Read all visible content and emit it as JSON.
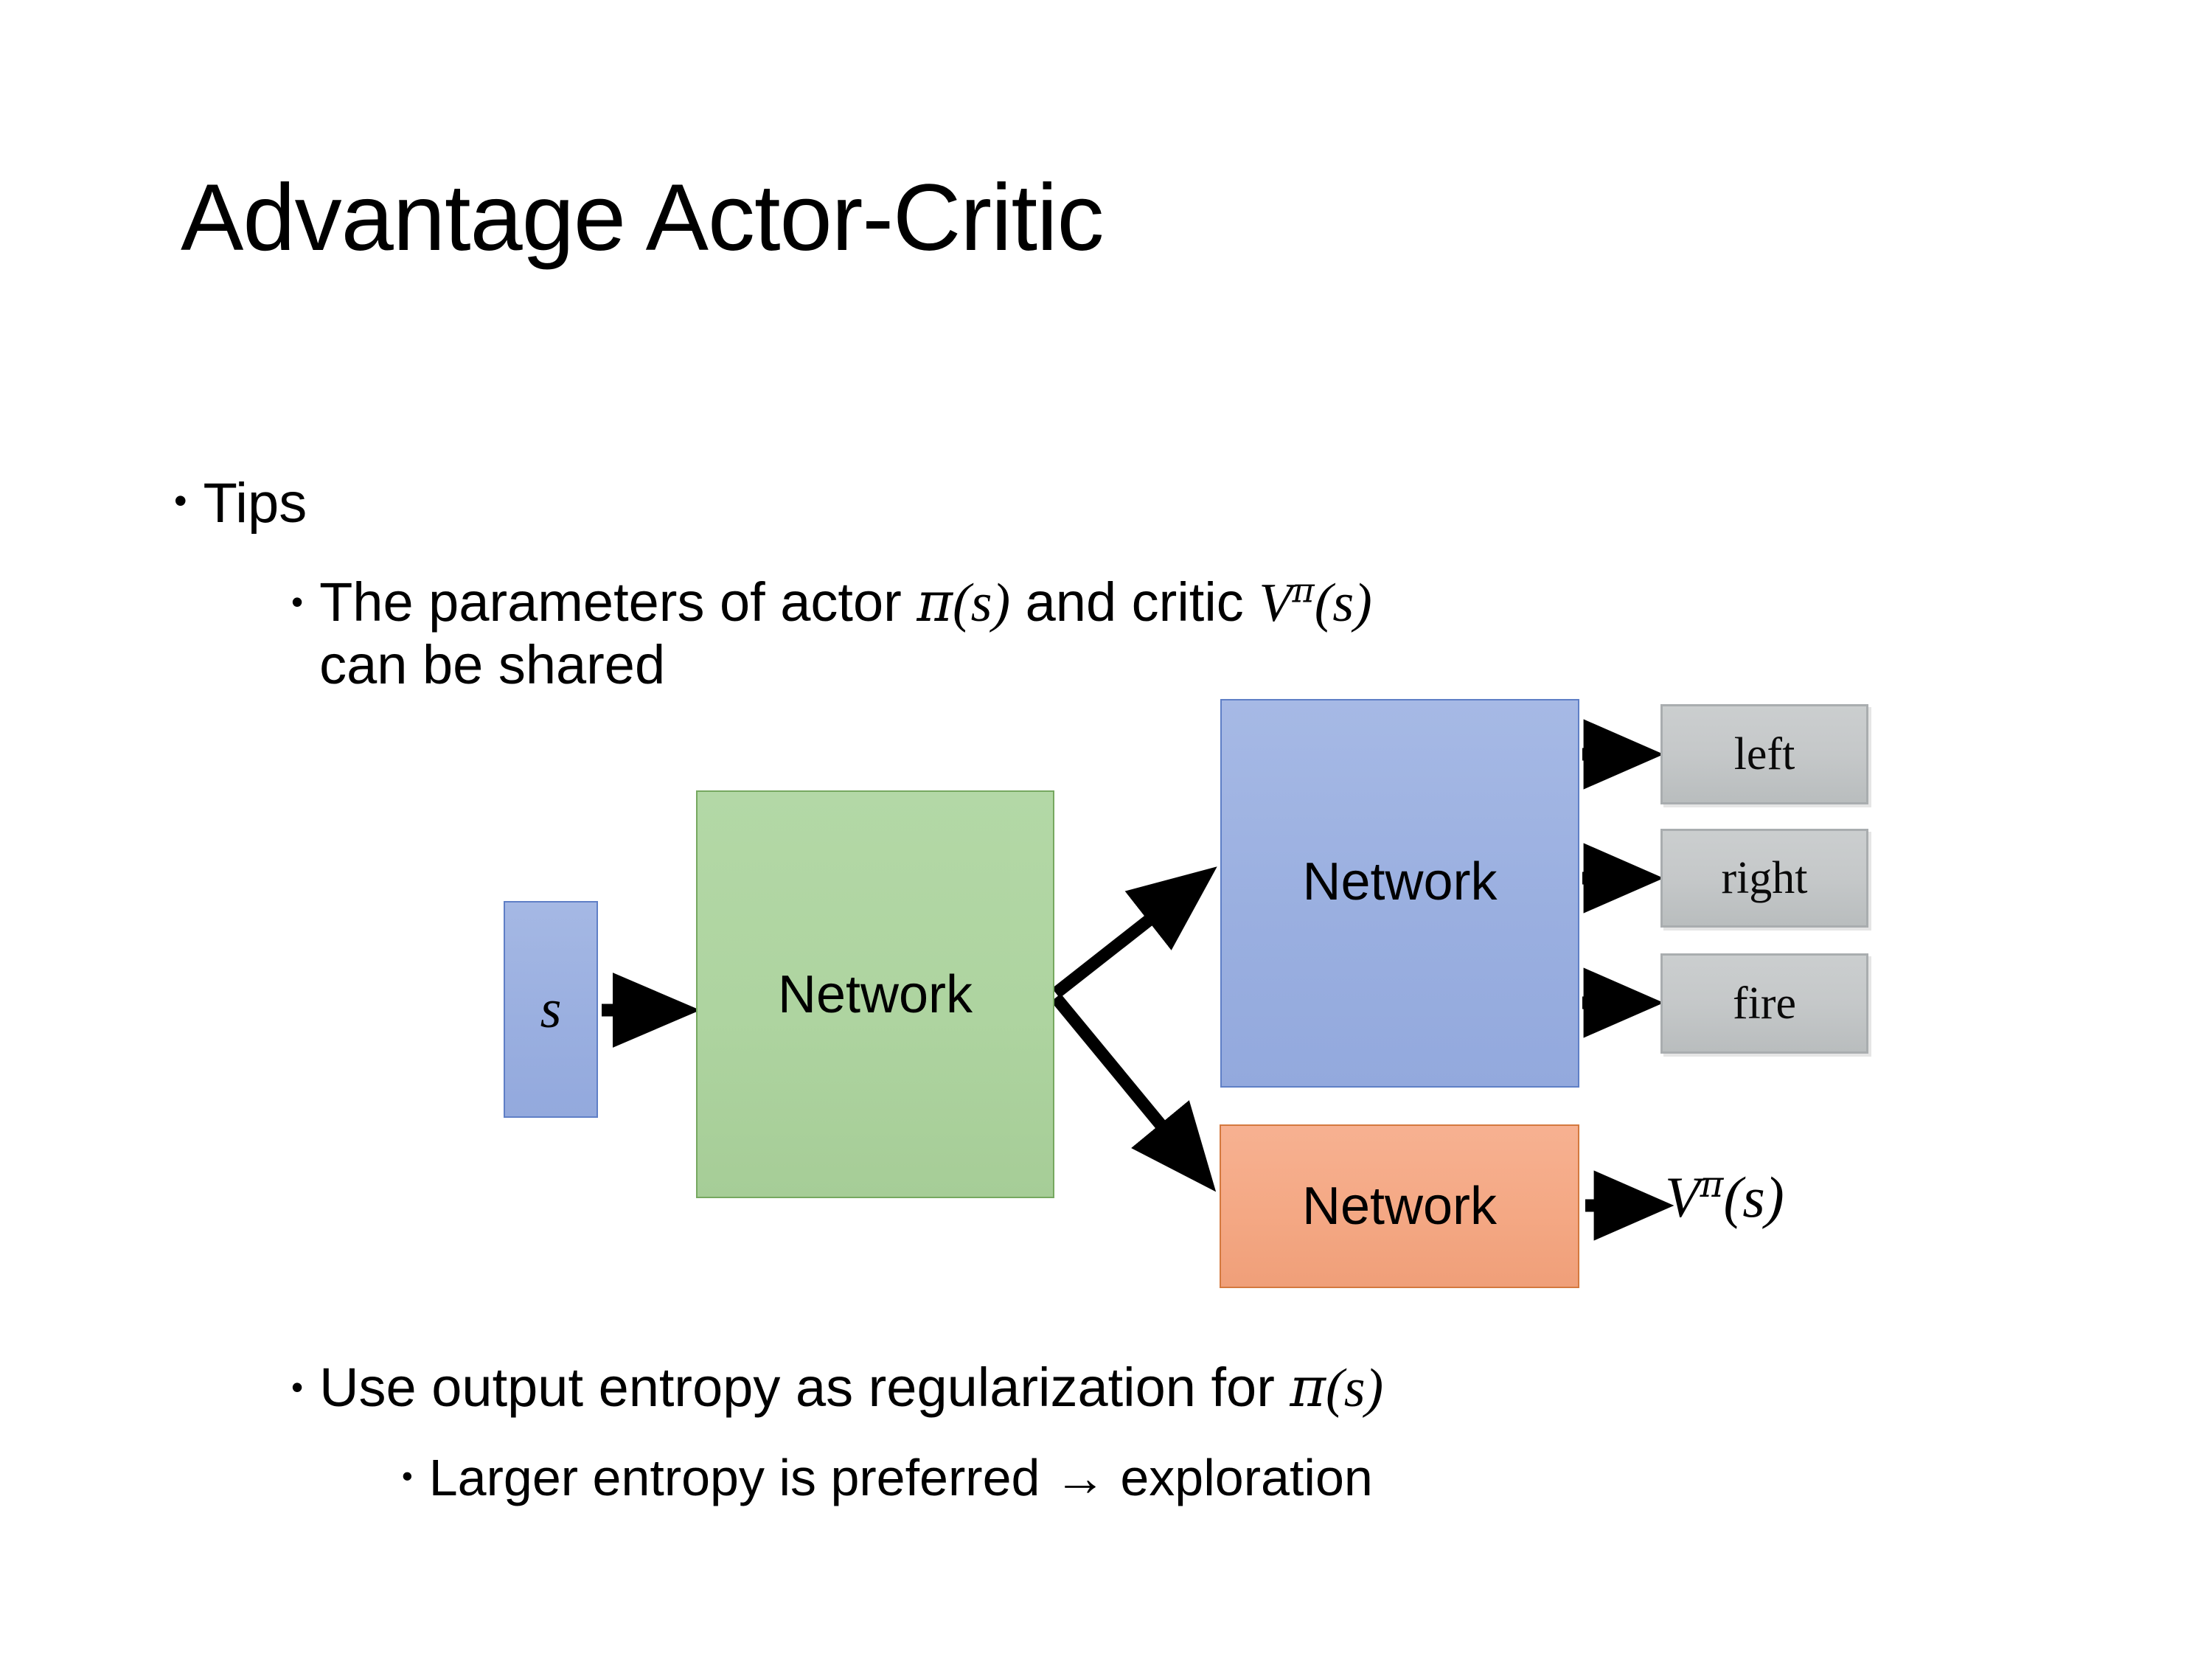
{
  "slide": {
    "title": "Advantage Actor-Critic"
  },
  "bullets": {
    "tips": {
      "marker": "•",
      "text": "Tips"
    },
    "shared": {
      "marker": "•",
      "text_part1": "The parameters of actor ",
      "math_actor_pi": "π",
      "math_actor_arg": "(s)",
      "text_part2": "  and critic ",
      "math_critic_v": "V",
      "math_critic_sup": "π",
      "math_critic_arg": "(s)",
      "text_part3": "can be shared"
    },
    "entropy": {
      "marker": "•",
      "text_part1": "Use output entropy as regularization for ",
      "math_pi": "π",
      "math_arg": "(s)"
    },
    "exploration": {
      "marker": "•",
      "text": "Larger entropy is preferred → exploration"
    }
  },
  "diagram": {
    "state_box": {
      "label": "s",
      "color": "#9aafe0",
      "border": "#5f7fc6"
    },
    "shared_network": {
      "label": "Network",
      "color": "#aed4a0",
      "border": "#76a860"
    },
    "actor_network": {
      "label": "Network",
      "color": "#9aafe0",
      "border": "#5f7fc6"
    },
    "critic_network": {
      "label": "Network",
      "color": "#f4a884",
      "border": "#d4793f"
    },
    "action_outputs": [
      {
        "label": "left",
        "color": "#c5c8c9"
      },
      {
        "label": "right",
        "color": "#c5c8c9"
      },
      {
        "label": "fire",
        "color": "#c5c8c9"
      }
    ],
    "critic_output": {
      "symbol": "V",
      "superscript": "π",
      "argument": "(s)"
    },
    "arrow_color": "#000000"
  }
}
